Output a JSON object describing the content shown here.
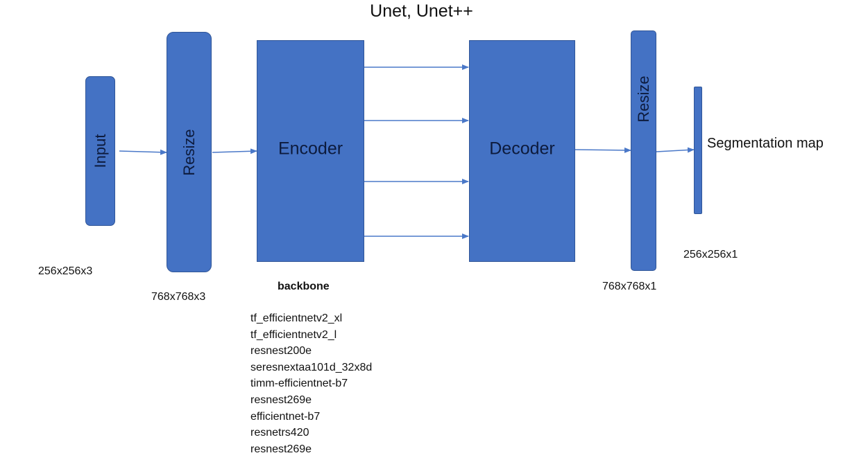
{
  "title": "Unet, Unet++",
  "colors": {
    "block_fill": "#4472c4",
    "block_border": "#2f5597",
    "arrow": "#4a78c8",
    "label_text": "#0d1b3d"
  },
  "blocks": {
    "input": "Input",
    "resize_in": "Resize",
    "encoder": "Encoder",
    "decoder": "Decoder",
    "resize_out": "Resize",
    "seg_label": "Segmentation map"
  },
  "dims": {
    "input": "256x256x3",
    "resize_in": "768x768x3",
    "resize_out": "768x768x1",
    "output": "256x256x1"
  },
  "backbone": {
    "heading": "backbone",
    "items": [
      "tf_efficientnetv2_xl",
      "tf_efficientnetv2_l",
      "resnest200e",
      "seresnextaa101d_32x8d",
      "timm-efficientnet-b7",
      "resnest269e",
      "efficientnet-b7",
      "resnetrs420",
      "resnest269e"
    ]
  }
}
